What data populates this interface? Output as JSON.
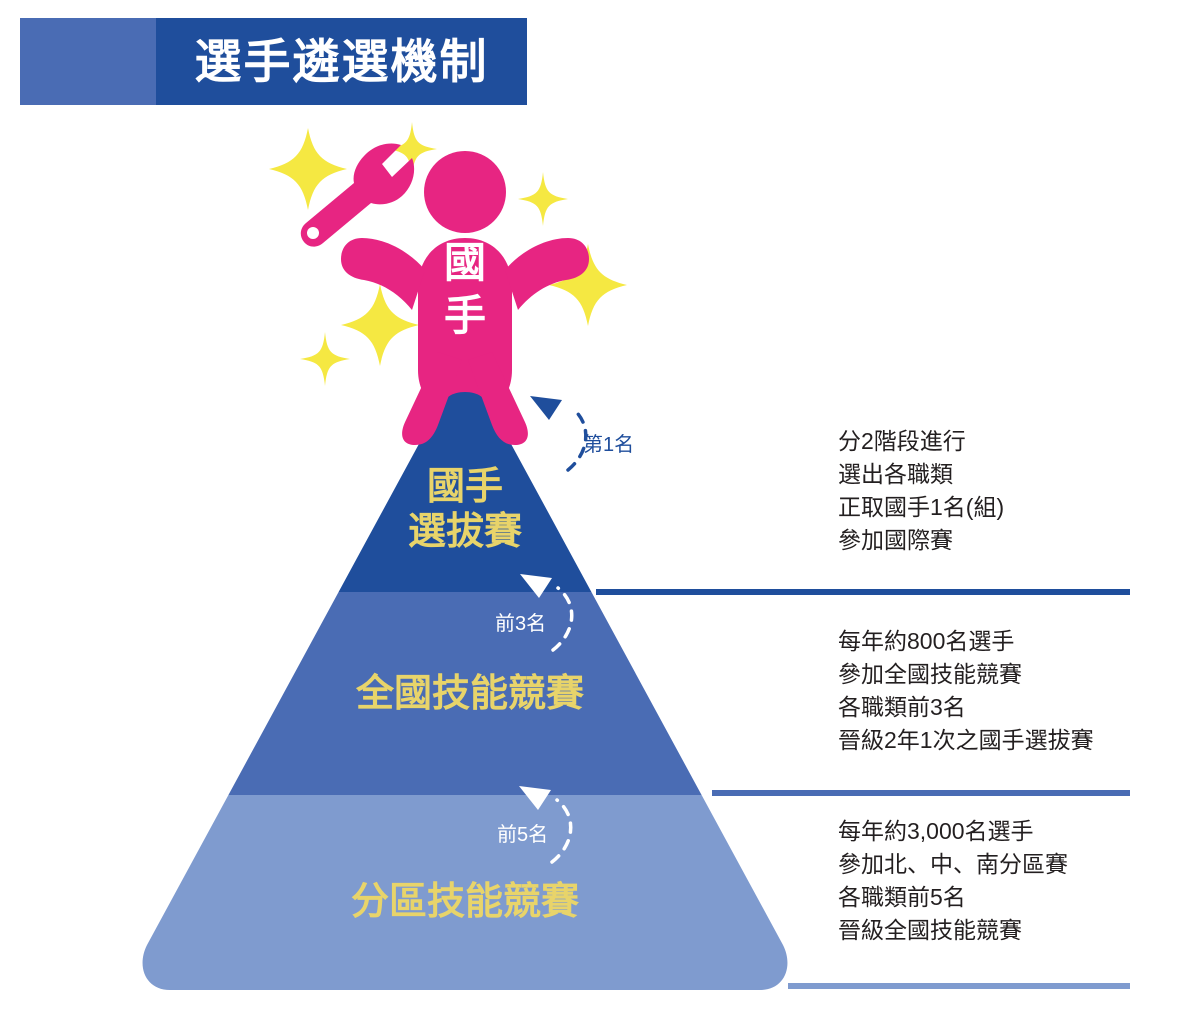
{
  "title": {
    "text": "選手遴選機制"
  },
  "mascot": {
    "badge_text": "國手",
    "wrench_icon": "wrench-icon",
    "sparkle_icon": "sparkle-icon"
  },
  "pyramid": {
    "tiers": [
      {
        "id": "tier-1",
        "label": "國手\n選拔賽",
        "color": "#1F4E9C",
        "label_color": "#E8D46A"
      },
      {
        "id": "tier-2",
        "label": "全國技能競賽",
        "color": "#4A6CB4",
        "label_color": "#E8D46A"
      },
      {
        "id": "tier-3",
        "label": "分區技能競賽",
        "color": "#7F9BCF",
        "label_color": "#E8D46A"
      }
    ]
  },
  "arrows": [
    {
      "id": "arrow-1",
      "caption": "第1名",
      "color": "#1F4E9C"
    },
    {
      "id": "arrow-2",
      "caption": "前3名",
      "color": "#FFFFFF"
    },
    {
      "id": "arrow-3",
      "caption": "前5名",
      "color": "#FFFFFF"
    }
  ],
  "descriptions": [
    {
      "id": "desc-1",
      "text": "分2階段進行\n選出各職類\n正取國手1名(組)\n參加國際賽",
      "rule_color": "#1F4E9C"
    },
    {
      "id": "desc-2",
      "text": "每年約800名選手\n參加全國技能競賽\n各職類前3名\n晉級2年1次之國手選拔賽",
      "rule_color": "#4A6CB4"
    },
    {
      "id": "desc-3",
      "text": "每年約3,000名選手\n參加北、中、南分區賽\n各職類前5名\n晉級全國技能競賽",
      "rule_color": "#7F9BCF"
    }
  ],
  "colors": {
    "banner_left": "#4A6CB4",
    "banner_right": "#1F4E9C",
    "gold": "#E8D46A",
    "magenta": "#E72582",
    "sparkle_yellow": "#F5E842",
    "text_dark": "#231F20"
  }
}
